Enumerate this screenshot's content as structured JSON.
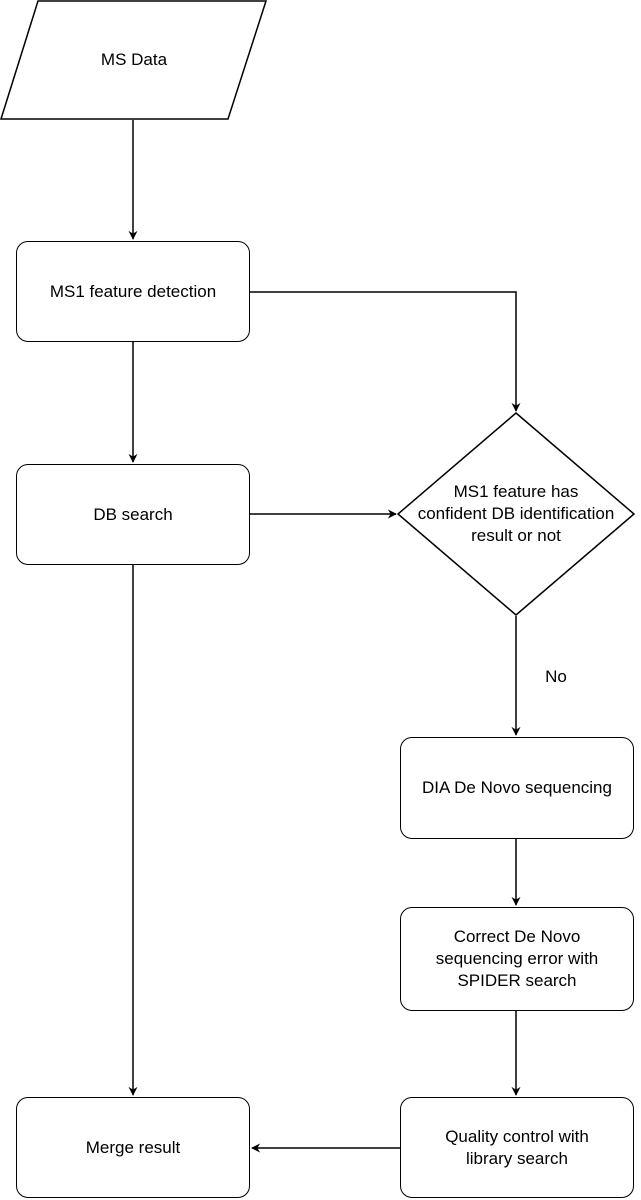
{
  "nodes": {
    "ms_data": "MS Data",
    "ms1_detection": "MS1 feature detection",
    "db_search": "DB search",
    "decision_line1": "MS1 feature has",
    "decision_line2": "confident DB identification",
    "decision_line3": "result or not",
    "de_novo": "DIA De Novo sequencing",
    "correct_line1": "Correct De Novo",
    "correct_line2": "sequencing error with",
    "correct_line3": "SPIDER search",
    "quality_line1": "Quality control with",
    "quality_line2": "library search",
    "merge": "Merge result"
  },
  "edge_labels": {
    "no": "No"
  }
}
